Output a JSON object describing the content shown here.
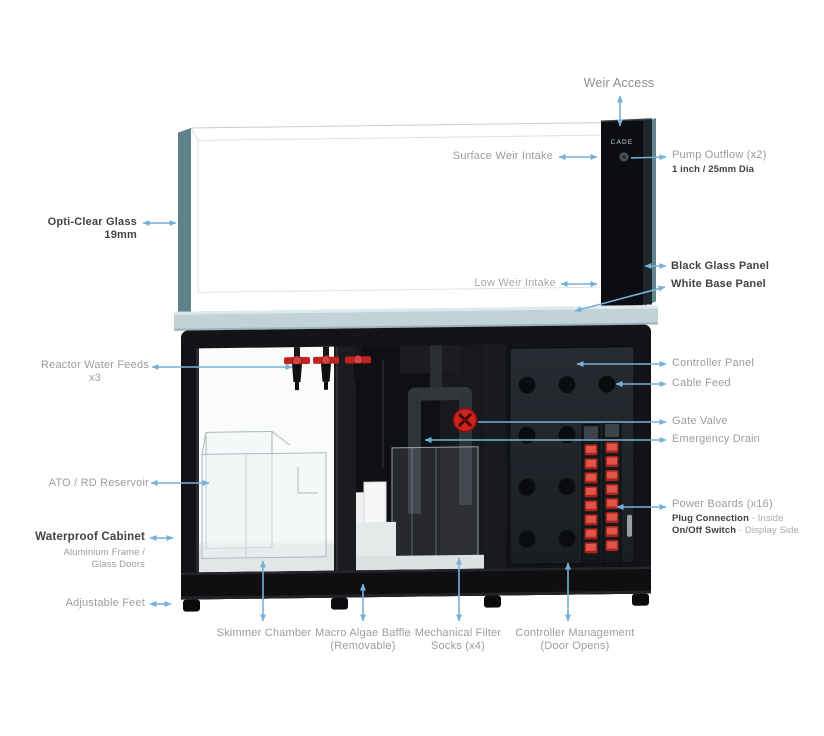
{
  "diagram": {
    "brand_logo": "CADE"
  },
  "callouts": {
    "weir_access": "Weir Access",
    "surface_weir_intake": "Surface Weir Intake",
    "pump_outflow": {
      "title": "Pump Outflow (x2)",
      "subtitle": "1 inch / 25mm Dia"
    },
    "opti_clear_glass": {
      "line1": "Opti-Clear Glass",
      "line2": "19mm"
    },
    "low_weir_intake": "Low Weir Intake",
    "black_glass_panel": "Black Glass Panel",
    "white_base_panel": "White Base Panel",
    "reactor_water_feeds": {
      "line1": "Reactor Water Feeds",
      "line2": "x3"
    },
    "ato_reservoir": "ATO / RD Reservoir",
    "controller_panel": "Controller Panel",
    "cable_feed": "Cable Feed",
    "gate_valve": "Gate Valve",
    "emergency_drain": "Emergency Drain",
    "power_boards": {
      "title": "Power Boards (x16)",
      "plug_label": "Plug Connection",
      "plug_value": "- Inside",
      "switch_label": "On/Off Switch",
      "switch_value": "- Display Side"
    },
    "waterproof_cabinet": {
      "title": "Waterproof Cabinet",
      "sub1": "Aluminium Frame /",
      "sub2": "Glass Doors"
    },
    "adjustable_feet": "Adjustable Feet",
    "skimmer_chamber": "Skimmer Chamber",
    "macro_algae_baffle": {
      "line1": "Macro Algae Baffle",
      "line2": "(Removable)"
    },
    "mechanical_filter_socks": {
      "line1": "Mechanical Filter",
      "line2": "Socks (x4)"
    },
    "controller_management": {
      "line1": "Controller Management",
      "line2": "(Door Opens)"
    }
  },
  "colors": {
    "arrow": "#76b1d8",
    "label": "#9c9c9c",
    "label_bold": "#424242",
    "glass_edge": "#5e828a",
    "base_panel": "#c2d3d8",
    "cabinet_black": "#141418",
    "valve_red": "#ce221f",
    "switch_red": "#e2544a"
  }
}
